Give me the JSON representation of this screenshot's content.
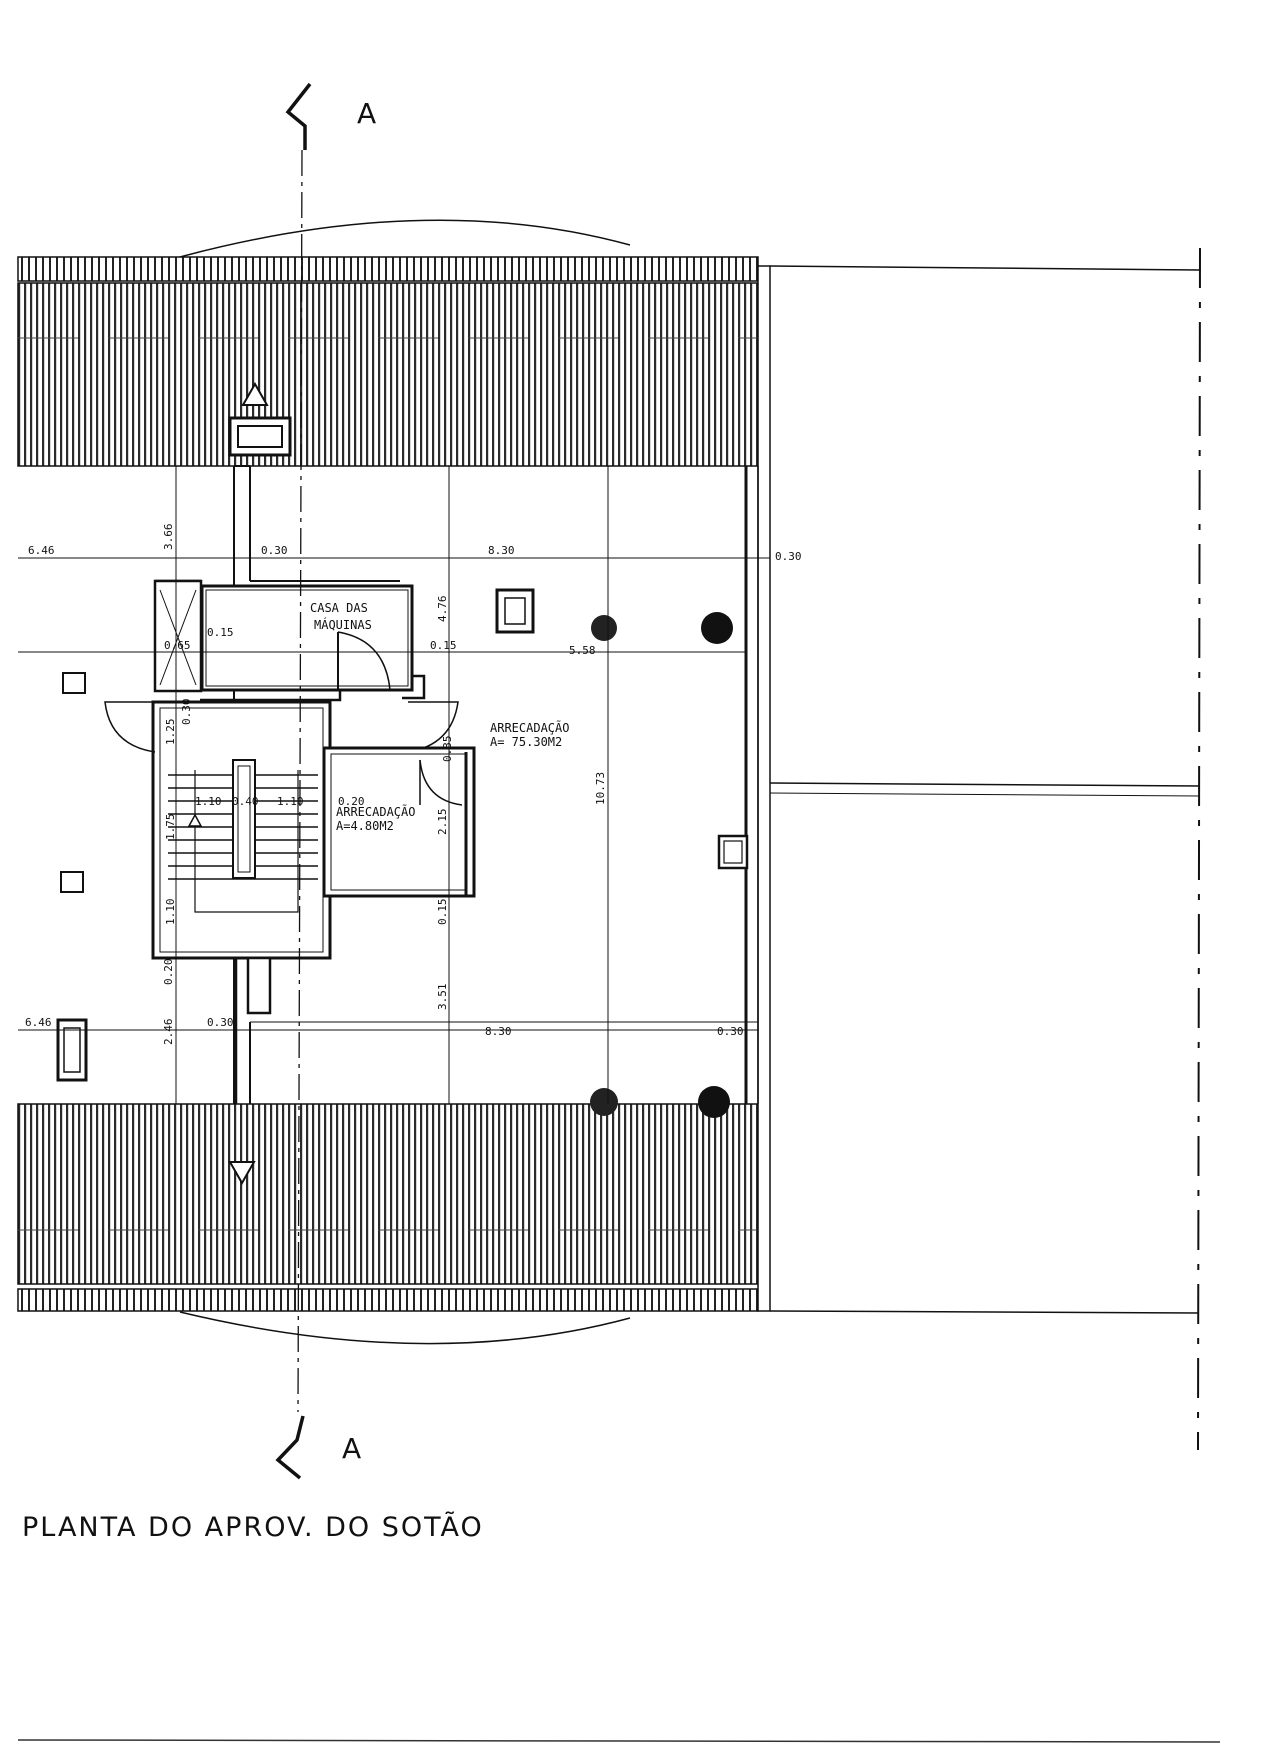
{
  "drawing": {
    "title": "PLANTA DO APROV. DO SOTÃO",
    "section_marker": "A",
    "rooms": {
      "machine_room": [
        "CASA DAS",
        "MÁQUINAS"
      ],
      "storage_main": [
        "ARRECADAÇÃO",
        "A= 75.30M2"
      ],
      "storage_small": [
        "ARRECADAÇÃO",
        "A=4.80M2"
      ]
    },
    "dimensions": {
      "d646_top": "6.46",
      "d366": "3.66",
      "d030_top": "0.30",
      "d830_top": "8.30",
      "d030_right_top": "0.30",
      "d476": "4.76",
      "d015_a": "0.15",
      "d065": "0.65",
      "d015_b": "0.15",
      "d558": "5.58",
      "d030_v": "0.30",
      "d125": "1.25",
      "d035": "0.35",
      "d020_a": "0.20",
      "d110_a": "1.10",
      "d040": "0.40",
      "d110_b": "1.10",
      "d215": "2.15",
      "d1073": "10.73",
      "d175": "1.75",
      "d110_c": "1.10",
      "d015_c": "0.15",
      "d020_b": "0.20",
      "d351": "3.51",
      "d646_bot": "6.46",
      "d246": "2.46",
      "d030_bot": "0.30",
      "d830_bot": "8.30",
      "d030_right_bot": "0.30"
    }
  }
}
